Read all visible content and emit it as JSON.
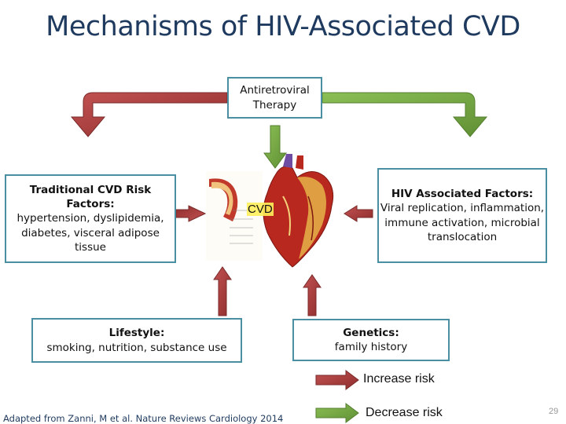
{
  "title": "Mechanisms of HIV-Associated CVD",
  "center": {
    "label": "CVD"
  },
  "boxes": {
    "arv": {
      "line1": "Antiretroviral",
      "line2": "Therapy"
    },
    "traditional": {
      "heading": "Traditional CVD Risk Factors:",
      "text": "hypertension, dyslipidemia, diabetes, visceral adipose tissue"
    },
    "hiv": {
      "heading": "HIV Associated Factors:",
      "text": "Viral replication, inflammation, immune activation, microbial translocation"
    },
    "lifestyle": {
      "heading": "Lifestyle:",
      "text": "smoking, nutrition, substance use"
    },
    "genetics": {
      "heading": "Genetics:",
      "text": "family history"
    }
  },
  "legend": {
    "increase": "Increase risk",
    "decrease": "Decrease risk"
  },
  "colors": {
    "increase": "#a63a3a",
    "decrease": "#78a845",
    "box_border": "#4a8ea1",
    "title": "#1f3a5f"
  },
  "source": "Adapted from Zanni, M et al. Nature Reviews Cardiology 2014",
  "page_number": "29"
}
